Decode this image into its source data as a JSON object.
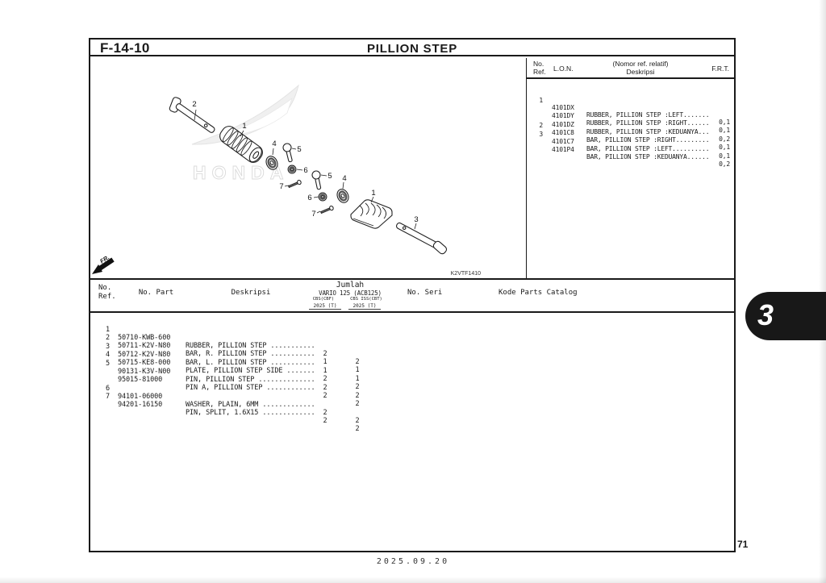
{
  "page": {
    "section_code": "F-14-10",
    "title": "PILLION STEP",
    "page_number": "71",
    "footer_date": "2025.09.20",
    "side_tab": "3",
    "diagram_code": "K2VTF1410",
    "front_label": "FR.",
    "watermark": "HONDA"
  },
  "ref_table": {
    "headers": {
      "no_ref": "No.\nRef.",
      "lon": "L.O.N.",
      "deskripsi_note": "(Nomor ref. relatif)\nDeskripsi",
      "frt": "F.R.T."
    },
    "rows": [
      {
        "ref": "1",
        "lon": "4101DX",
        "desc": "RUBBER, PILLION STEP :LEFT.......",
        "frt": "0,1"
      },
      {
        "ref": "",
        "lon": "4101DY",
        "desc": "RUBBER, PILLION STEP :RIGHT......",
        "frt": "0,1"
      },
      {
        "ref": "",
        "lon": "4101DZ",
        "desc": "RUBBER, PILLION STEP :KEDUANYA...",
        "frt": "0,2"
      },
      {
        "ref": "2",
        "lon": "4101C8",
        "desc": "BAR, PILLION STEP :RIGHT.........",
        "frt": "0,1"
      },
      {
        "ref": "3",
        "lon": "4101C7",
        "desc": "BAR, PILLION STEP :LEFT..........",
        "frt": "0,1"
      },
      {
        "ref": "",
        "lon": "4101P4",
        "desc": "BAR, PILLION STEP :KEDUANYA......",
        "frt": "0,2"
      }
    ]
  },
  "parts_table": {
    "headers": {
      "no_ref": "No.\nRef.",
      "no_part": "No. Part",
      "deskripsi": "Deskripsi",
      "jumlah": "Jumlah",
      "model": "VARIO 125 (ACB125)",
      "col1": "CBS(CBF)",
      "col2": "CBS ISS(CBT)",
      "col1_year": "2025 (T)",
      "col2_year": "2025 (T)",
      "no_seri": "No. Seri",
      "kode": "Kode Parts Catalog"
    },
    "rows": [
      {
        "ref": "1",
        "part": "50710-KWB-600",
        "desc": "RUBBER, PILLION STEP ...........",
        "qty1": "2",
        "qty2": "2"
      },
      {
        "ref": "2",
        "part": "50711-K2V-N80",
        "desc": "BAR, R. PILLION STEP ...........",
        "qty1": "1",
        "qty2": "1"
      },
      {
        "ref": "3",
        "part": "50712-K2V-N80",
        "desc": "BAR, L. PILLION STEP ...........",
        "qty1": "1",
        "qty2": "1"
      },
      {
        "ref": "4",
        "part": "50715-KE8-000",
        "desc": "PLATE, PILLION STEP SIDE .......",
        "qty1": "2",
        "qty2": "2"
      },
      {
        "ref": "5",
        "part": "90131-K3V-N00",
        "desc": "PIN, PILLION STEP ..............",
        "qty1": "2",
        "qty2": "2"
      },
      {
        "ref": "",
        "part": "95015-81000",
        "desc": "PIN A, PILLION STEP ............",
        "qty1": "2",
        "qty2": "2"
      },
      {
        "ref": "6",
        "part": "94101-06000",
        "desc": "WASHER, PLAIN, 6MM .............",
        "qty1": "2",
        "qty2": "2"
      },
      {
        "ref": "7",
        "part": "94201-16150",
        "desc": "PIN, SPLIT, 1.6X15 .............",
        "qty1": "2",
        "qty2": "2"
      }
    ]
  },
  "diagram": {
    "callouts": {
      "1": "1",
      "2": "2",
      "3": "3",
      "4": "4",
      "5": "5",
      "6": "6",
      "7": "7"
    }
  }
}
